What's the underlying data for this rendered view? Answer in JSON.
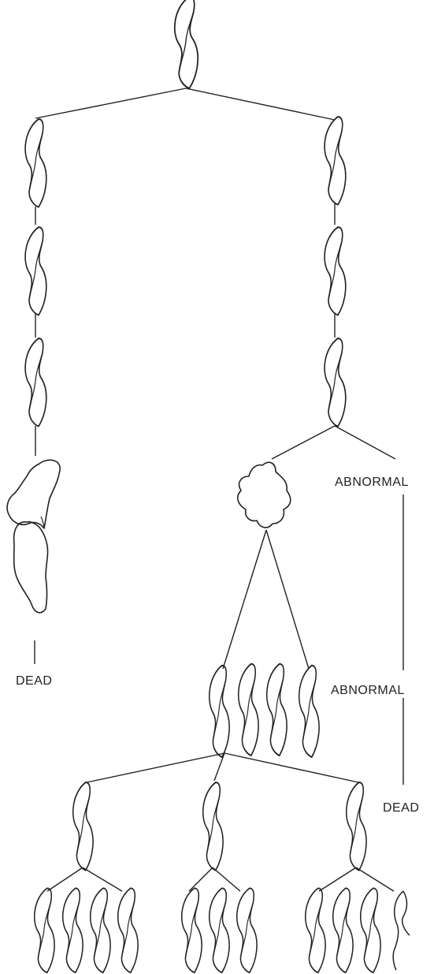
{
  "diagram": {
    "labels": {
      "dead_left": "DEAD",
      "abnormal_upper": "ABNORMAL",
      "abnormal_lower": "ABNORMAL",
      "dead_right": "DEAD"
    },
    "colors": {
      "ink": "#222222",
      "background": "#ffffff"
    }
  }
}
